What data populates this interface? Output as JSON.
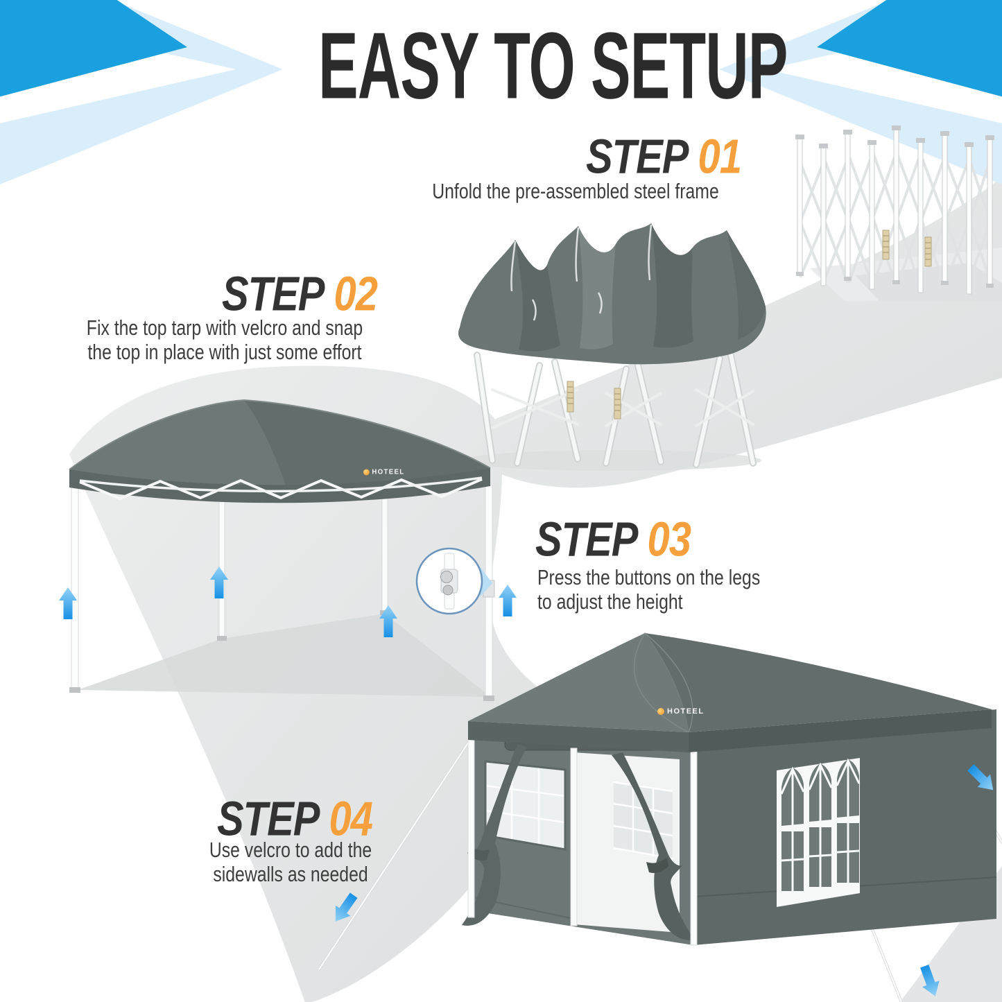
{
  "title": "EASY TO SETUP",
  "brand": {
    "logo": "HOTEEL"
  },
  "steps": [
    {
      "label": "STEP",
      "number": "01",
      "lines": [
        "Unfold the pre-assembled steel frame"
      ]
    },
    {
      "label": "STEP",
      "number": "02",
      "lines": [
        "Fix the top tarp with velcro and snap",
        "the top in place with just some effort"
      ]
    },
    {
      "label": "STEP",
      "number": "03",
      "lines": [
        "Press the buttons on the legs",
        "to adjust the height"
      ]
    },
    {
      "label": "STEP",
      "number": "04",
      "lines": [
        "Use velcro to add the",
        "sidewalls as needed"
      ]
    }
  ],
  "colors": {
    "accent_orange": "#F5A03C",
    "heading_dark": "#333333",
    "body_text": "#3D3D3D",
    "chevron_blue": "#1BA0DF",
    "chevron_light_blue": "#D9EEFA",
    "arrow_blue": "#1E95E4",
    "canopy_gray": "#68716F",
    "background_gray": "#E5E6E7"
  }
}
